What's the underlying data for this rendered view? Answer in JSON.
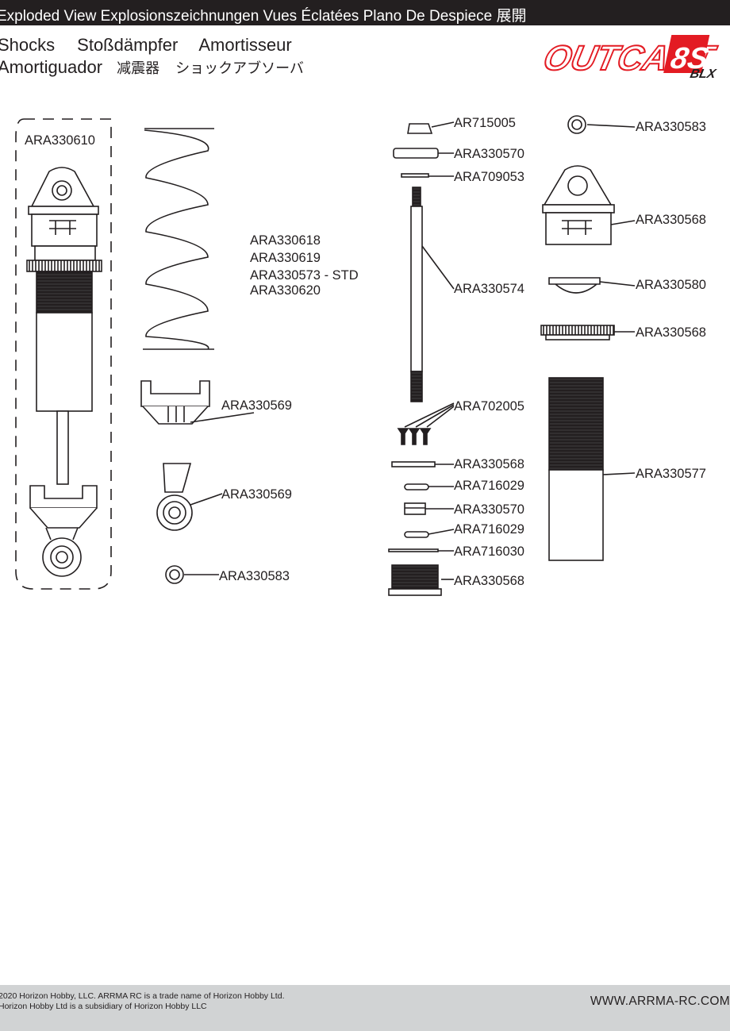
{
  "header": {
    "title": "Exploded View  Explosionszeichnungen  Vues Éclatées  Plano De Despiece 展開"
  },
  "subtitle": {
    "en": "Shocks",
    "de": "Stoßdämpfer",
    "fr": "Amortisseur",
    "es": "Amortiguador",
    "zh": "减震器",
    "ja": "ショックアブソーバ"
  },
  "logo": {
    "brand": "OUTCAST",
    "variant": "8S",
    "suffix": "BLX",
    "colors": {
      "red": "#e31b23",
      "dark": "#231f20"
    }
  },
  "parts": {
    "left_assembly": "ARA330610",
    "springs": [
      "ARA330618",
      "ARA330619",
      "ARA330573 - STD",
      "ARA330620"
    ],
    "spring_cup_top": "ARA330569",
    "rod_end": "ARA330569",
    "bushing_left": "ARA330583",
    "nut": "AR715005",
    "spacer_top": "ARA330570",
    "washer_top": "ARA709053",
    "shaft": "ARA330574",
    "screws": "ARA702005",
    "piston_plate": "ARA330568",
    "oring_1": "ARA716029",
    "spacer_mid": "ARA330570",
    "oring_2": "ARA716029",
    "washer_bottom": "ARA716030",
    "bottom_cap": "ARA330568",
    "bushing_right": "ARA330583",
    "top_cap": "ARA330568",
    "bladder": "ARA330580",
    "collar": "ARA330568",
    "body": "ARA330577"
  },
  "footer": {
    "copyright_line1": "2020  Horizon Hobby, LLC. ARRMA RC is a trade name of Horizon Hobby Ltd.",
    "copyright_line2": "Horizon Hobby Ltd is a subsidiary of Horizon Hobby LLC",
    "website": "WWW.ARRMA-RC.COM"
  }
}
